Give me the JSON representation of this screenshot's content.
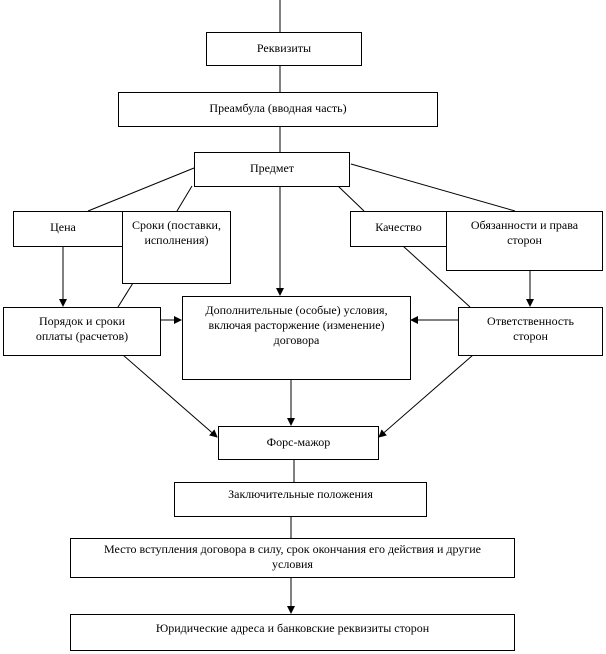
{
  "nodes": {
    "requisites": "Реквизиты",
    "preamble": "Преамбула (вводная часть)",
    "subject": "Предмет",
    "price": "Цена",
    "terms": "Сроки (поставки, исполнения)",
    "quality": "Качество",
    "duties": "Обязанности и права сторон",
    "payment": "Порядок и сроки оплаты (расчетов)",
    "additional": "Дополнительные (особые) условия, включая расторжение (изменение) договора",
    "liability": "Ответственность сторон",
    "force_majeure": "Форс-мажор",
    "final": "Заключительные положения",
    "place": "Место вступления договора в силу, срок окончания его действия и другие условия",
    "legal": "Юридические адреса и банковские реквизиты сторон"
  }
}
